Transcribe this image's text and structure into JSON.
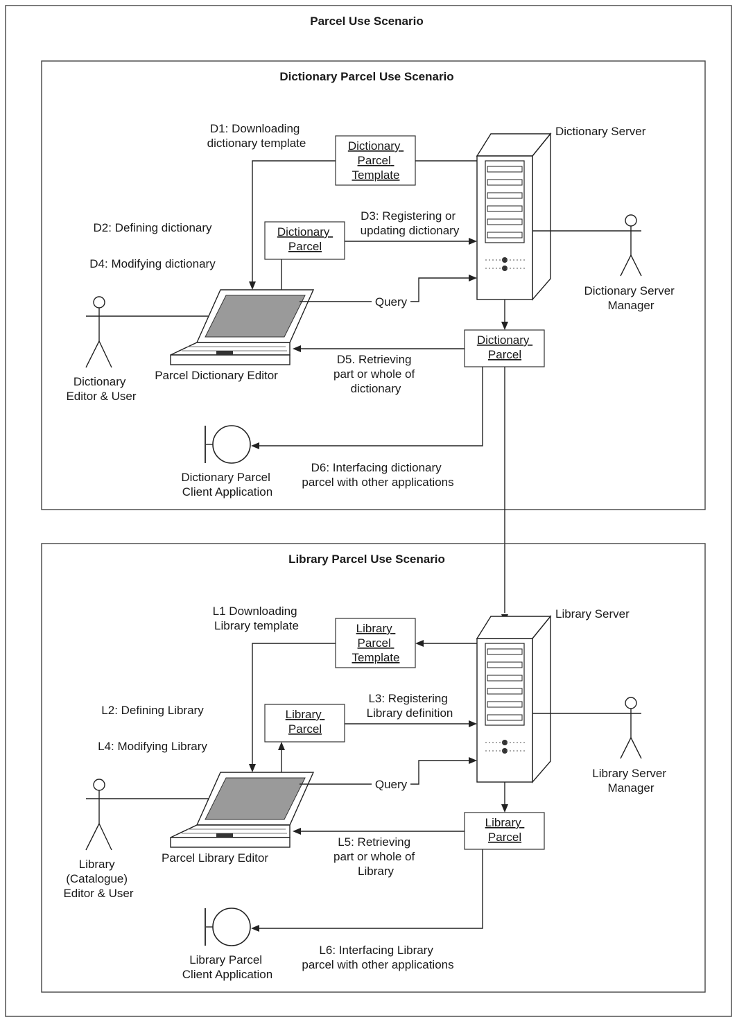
{
  "title": "Parcel Use Scenario",
  "dictionary": {
    "title": "Dictionary Parcel Use Scenario",
    "d1": [
      "D1: Downloading",
      "dictionary template"
    ],
    "d2": "D2: Defining dictionary",
    "d3": [
      "D3: Registering or",
      "updating dictionary"
    ],
    "d4": "D4: Modifying dictionary",
    "d5": [
      "D5. Retrieving",
      "part or whole of",
      "dictionary"
    ],
    "d6": [
      "D6: Interfacing dictionary",
      "parcel with other applications"
    ],
    "query": "Query",
    "server": "Dictionary Server",
    "server_manager": [
      "Dictionary Server",
      "Manager"
    ],
    "editor_user": [
      "Dictionary",
      "Editor & User"
    ],
    "editor_app": "Parcel Dictionary Editor",
    "client_app": [
      "Dictionary Parcel",
      "Client Application"
    ],
    "template_box": [
      "Dictionary",
      "Parcel",
      "Template"
    ],
    "parcel_box": [
      "Dictionary",
      "Parcel"
    ],
    "retrieved_box": [
      "Dictionary",
      "Parcel"
    ]
  },
  "library": {
    "title": "Library Parcel Use Scenario",
    "l1": [
      "L1  Downloading",
      "Library template"
    ],
    "l2": "L2: Defining Library",
    "l3": [
      "L3: Registering",
      "Library definition"
    ],
    "l4": "L4: Modifying Library",
    "l5": [
      "L5: Retrieving",
      "part or whole of",
      "Library"
    ],
    "l6": [
      "L6: Interfacing Library",
      "parcel with other applications"
    ],
    "query": "Query",
    "server": "Library Server",
    "server_manager": [
      "Library Server",
      "Manager"
    ],
    "editor_user": [
      "Library",
      "(Catalogue)",
      "Editor & User"
    ],
    "editor_app": "Parcel Library  Editor",
    "client_app": [
      "Library Parcel",
      "Client Application"
    ],
    "template_box": [
      "Library",
      "Parcel",
      "Template"
    ],
    "parcel_box": [
      "Library",
      "Parcel"
    ],
    "retrieved_box": [
      "Library",
      "Parcel"
    ]
  }
}
